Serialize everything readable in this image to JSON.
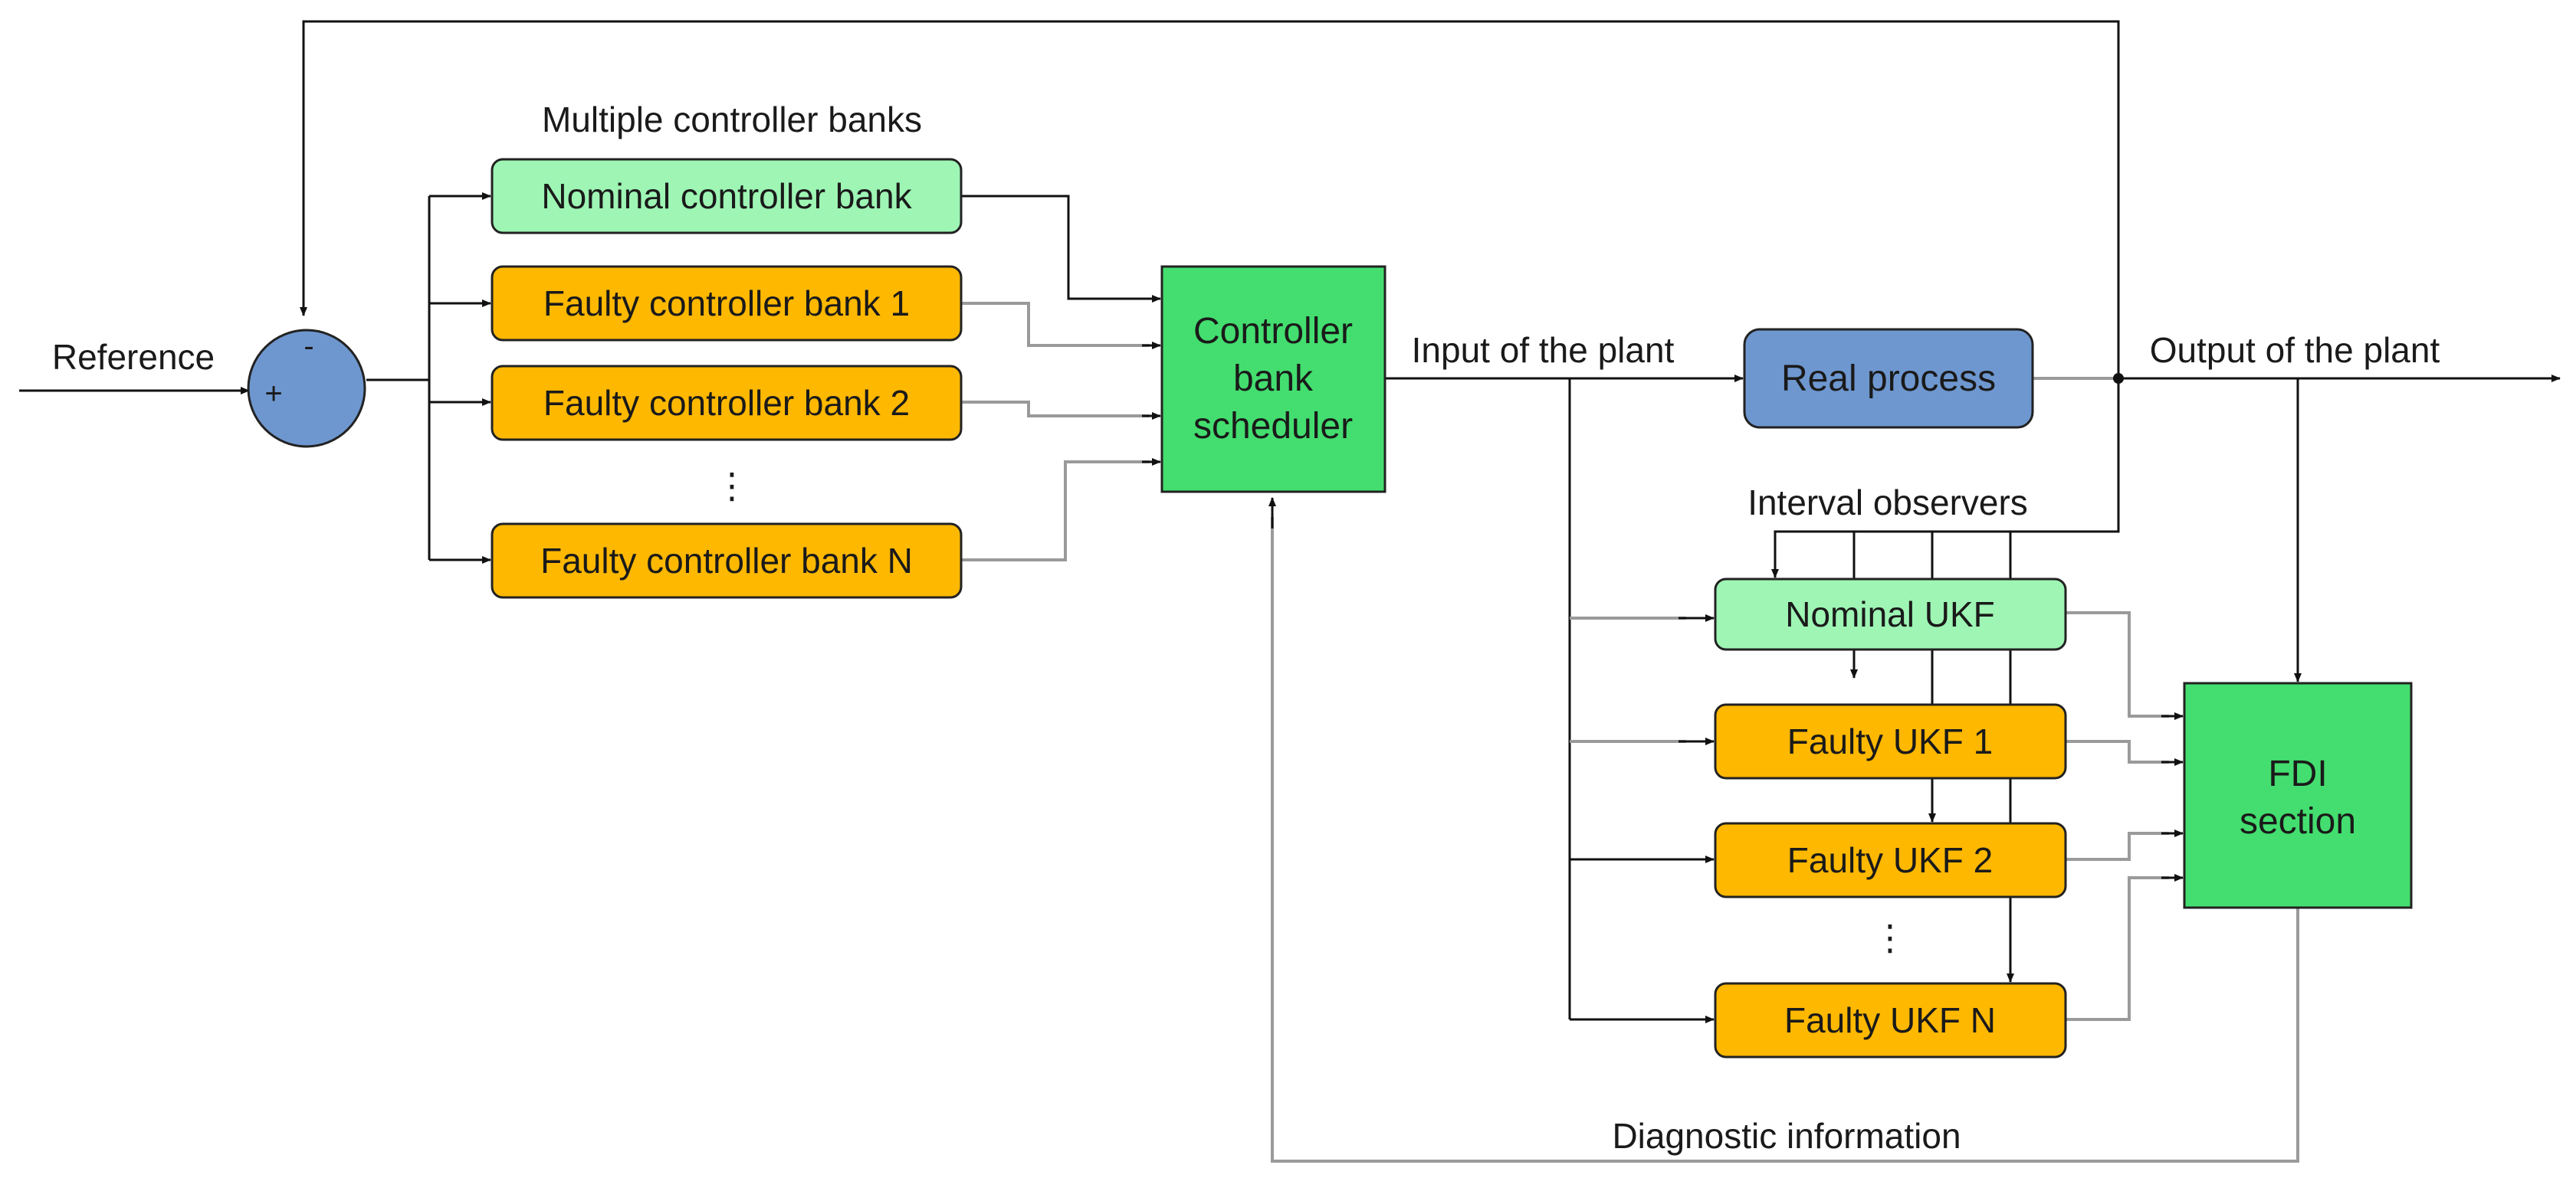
{
  "colors": {
    "nominal_fill": "#9ef5b4",
    "faulty_fill": "#ffb800",
    "green_block_fill": "#43de6f",
    "blue_block_fill": "#6e97cf",
    "line": "#111111",
    "gray_line": "#9a9a9a"
  },
  "labels": {
    "reference": "Reference",
    "multiple_controller_banks": "Multiple controller banks",
    "input_of_the_plant": "Input of the plant",
    "output_of_the_plant": "Output of the plant",
    "interval_observers": "Interval observers",
    "diagnostic_information": "Diagnostic information",
    "ellipsis": "⋮"
  },
  "summing_junction": {
    "minus_sign": "-",
    "plus_sign": "+"
  },
  "controller_banks": {
    "nominal": "Nominal controller bank",
    "faulty_1": "Faulty controller bank 1",
    "faulty_2": "Faulty controller bank 2",
    "faulty_n": "Faulty controller bank N"
  },
  "scheduler": {
    "line1": "Controller",
    "line2": "bank",
    "line3": "scheduler"
  },
  "real_process": "Real process",
  "observers": {
    "nominal": "Nominal UKF",
    "faulty_1": "Faulty UKF 1",
    "faulty_2": "Faulty UKF 2",
    "faulty_n": "Faulty UKF N"
  },
  "fdi": {
    "line1": "FDI",
    "line2": "section"
  }
}
